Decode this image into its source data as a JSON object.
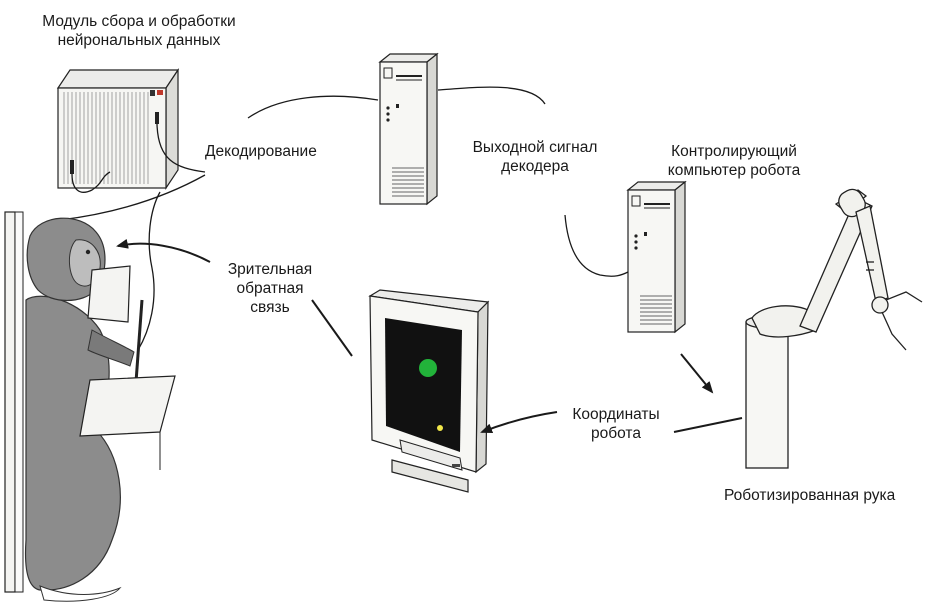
{
  "labels": {
    "neural_module": [
      "Модуль сбора и обработки",
      "нейрональных данных"
    ],
    "decoding": "Декодирование",
    "decoder_output": [
      "Выходной сигнал",
      "декодера"
    ],
    "control_computer": [
      "Контролирующий",
      "компьютер робота"
    ],
    "visual_feedback": [
      "Зрительная",
      "обратная",
      "связь"
    ],
    "robot_coords": [
      "Координаты",
      "робота"
    ],
    "robot_arm": "Роботизированная рука"
  },
  "colors": {
    "line": "#1a1a1a",
    "fur": "#8c8c8c",
    "fur_dark": "#5a5a5a",
    "screen": "#111111",
    "target": "#22b33a",
    "cursor": "#f2e84a",
    "device": "#f7f7f4"
  }
}
